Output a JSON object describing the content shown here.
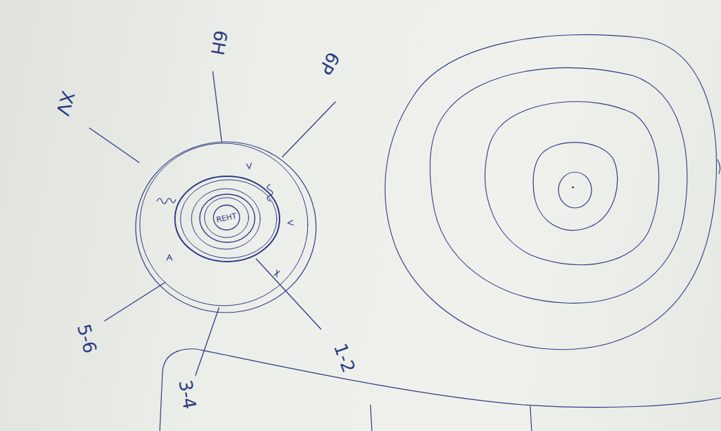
{
  "diagram": {
    "nodes": [
      {
        "text": [
          "REHT"
        ]
      }
    ],
    "labels": [
      "XV",
      "6H",
      "6P",
      "5-6",
      "3-4",
      "1-2"
    ]
  }
}
